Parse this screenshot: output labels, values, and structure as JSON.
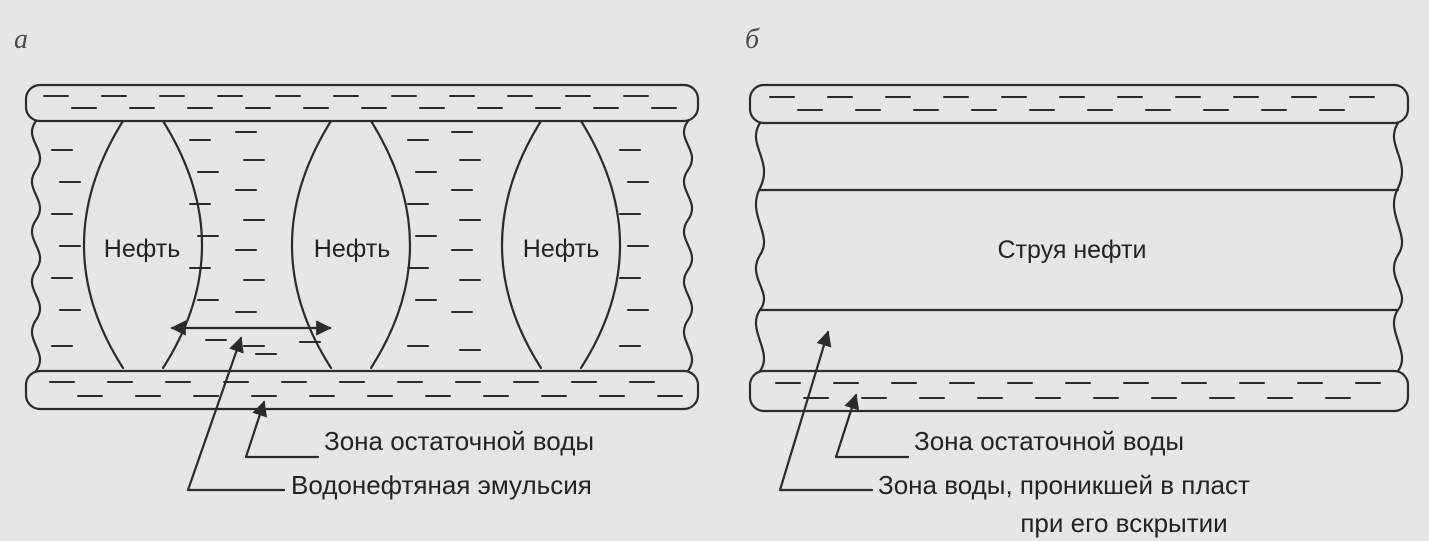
{
  "panels": [
    {
      "letter": "а",
      "oil_labels": [
        "Нефть",
        "Нефть",
        "Нефть"
      ],
      "callouts": [
        "Зона остаточной воды",
        "Водонефтяная эмульсия"
      ]
    },
    {
      "letter": "б",
      "stream_label": "Струя нефти",
      "callouts": [
        "Зона остаточной воды",
        "Зона воды, проникшей в пласт",
        "при его вскрытии"
      ]
    }
  ],
  "colors": {
    "background": "#e6e7e2",
    "ink": "#2b2b2b"
  }
}
